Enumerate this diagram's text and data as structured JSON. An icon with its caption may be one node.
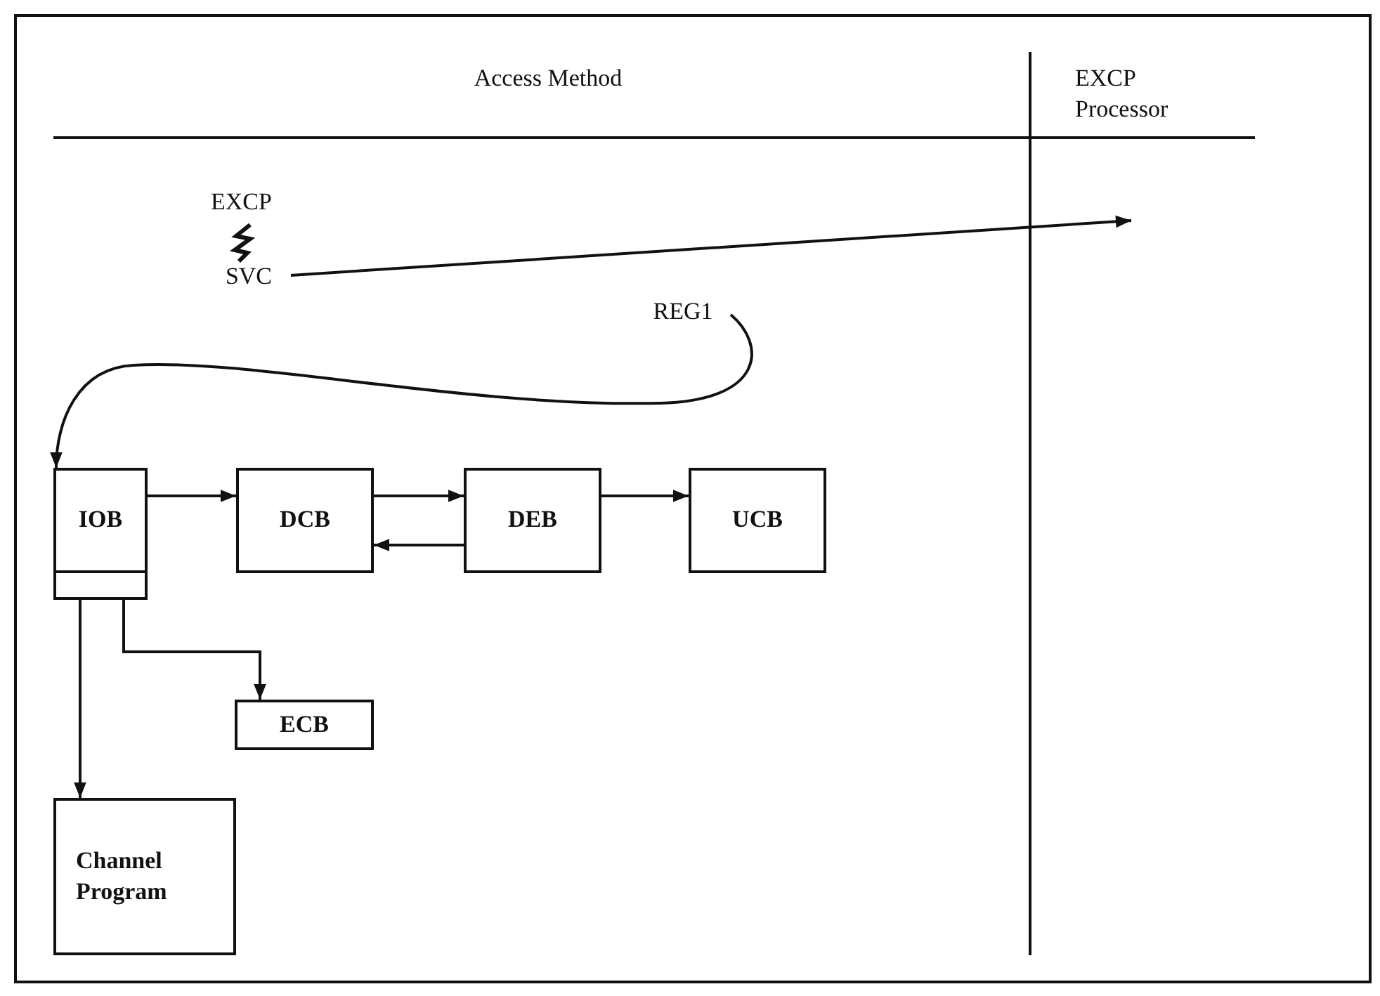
{
  "diagram": {
    "nodes": [
      {
        "text": [
          "SVC"
        ]
      },
      {
        "text": [
          "REG1"
        ]
      },
      {
        "text": [
          "IOB"
        ]
      },
      {
        "text": [],
        "shape": "box"
      },
      {
        "text": [
          "DCB"
        ]
      },
      {
        "text": [
          "DEB"
        ]
      },
      {
        "text": [
          "UCB"
        ]
      },
      {
        "text": [
          "ECB"
        ]
      },
      {
        "text": [
          "Channel Program"
        ]
      }
    ],
    "edges": [
      {
        "from": 0,
        "to": null,
        "arrow": "to"
      },
      {
        "from": 1,
        "to": 2,
        "arrow": "to"
      },
      {
        "from": 2,
        "to": 4,
        "arrow": "to"
      },
      {
        "from": 4,
        "to": 5,
        "arrow": "to"
      },
      {
        "from": 5,
        "to": 4,
        "arrow": "to"
      },
      {
        "from": 5,
        "to": 6,
        "arrow": "to"
      },
      {
        "from": 3,
        "to": 7,
        "arrow": "to"
      },
      {
        "from": 3,
        "to": 8,
        "arrow": "to"
      }
    ],
    "labels": [
      "Access Method",
      "EXCP Processor",
      "EXCP"
    ]
  }
}
